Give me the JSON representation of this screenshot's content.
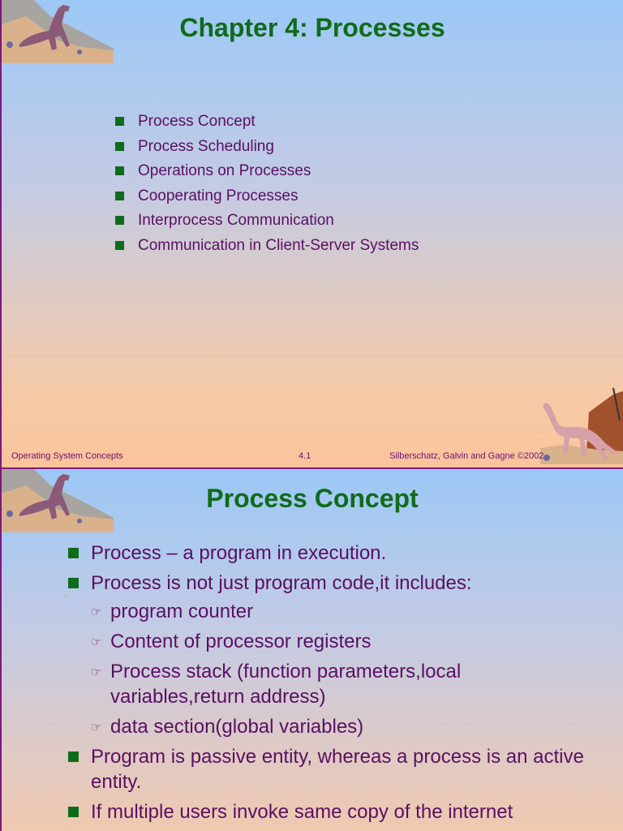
{
  "slide1": {
    "title": "Chapter 4:  Processes",
    "bullets": [
      "Process Concept",
      "Process Scheduling",
      "Operations on Processes",
      "Cooperating Processes",
      "Interprocess Communication",
      "Communication in Client-Server Systems"
    ],
    "footer": {
      "left": "Operating System Concepts",
      "page": "4.1",
      "right": "Silberschatz, Galvin and  Gagne ©2002"
    }
  },
  "slide2": {
    "title": "Process Concept",
    "bullet1": "Process – a program in execution.",
    "bullet2": "Process is not just program code,it includes:",
    "sub": [
      "program counter",
      "Content of processor registers",
      "Process stack (function parameters,local variables,return address)",
      "data section(global variables)"
    ],
    "bullet3": "Program is passive entity, whereas a process is an active entity.",
    "bullet4": "If multiple users invoke same copy of the internet"
  },
  "colors": {
    "title": "#0f6b1a",
    "text": "#5a0f63",
    "bullet": "#0f6b1a"
  },
  "icons": {
    "bullet": "square",
    "sub_bullet": "pointing-hand-icon",
    "decoration": "dinosaur-icon"
  }
}
